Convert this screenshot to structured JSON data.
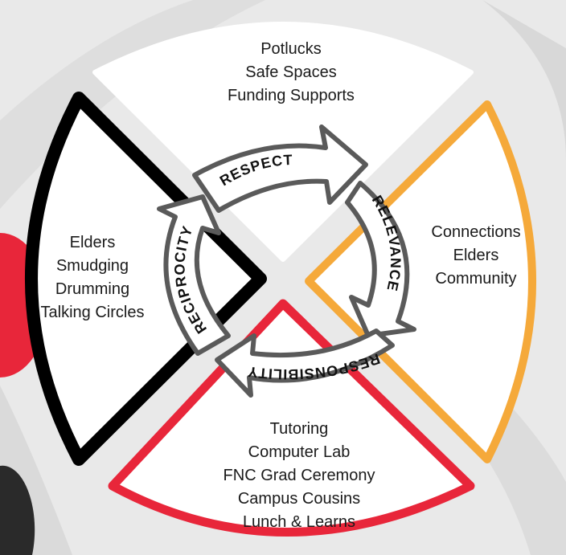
{
  "quadrants": {
    "top": {
      "items": [
        "Potlucks",
        "Safe Spaces",
        "Funding Supports"
      ],
      "border_color": "#ffffff"
    },
    "left": {
      "items": [
        "Elders",
        "Smudging",
        "Drumming",
        "Talking Circles"
      ],
      "border_color": "#000000"
    },
    "right": {
      "items": [
        "Connections",
        "Elders",
        "Community"
      ],
      "border_color": "#f5a93a"
    },
    "bottom": {
      "items": [
        "Tutoring",
        "Computer Lab",
        "FNC Grad Ceremony",
        "Campus Cousins",
        "Lunch & Learns"
      ],
      "border_color": "#e8263a"
    }
  },
  "arrows": {
    "respect": "RESPECT",
    "relevance": "RELEVANCE",
    "responsibility": "RESPONSIBILITY",
    "reciprocity": "RECIPROCITY"
  },
  "colors": {
    "arrow_fill": "#ffffff",
    "arrow_stroke": "#5a5a5a",
    "background": "#e9e9e9"
  }
}
